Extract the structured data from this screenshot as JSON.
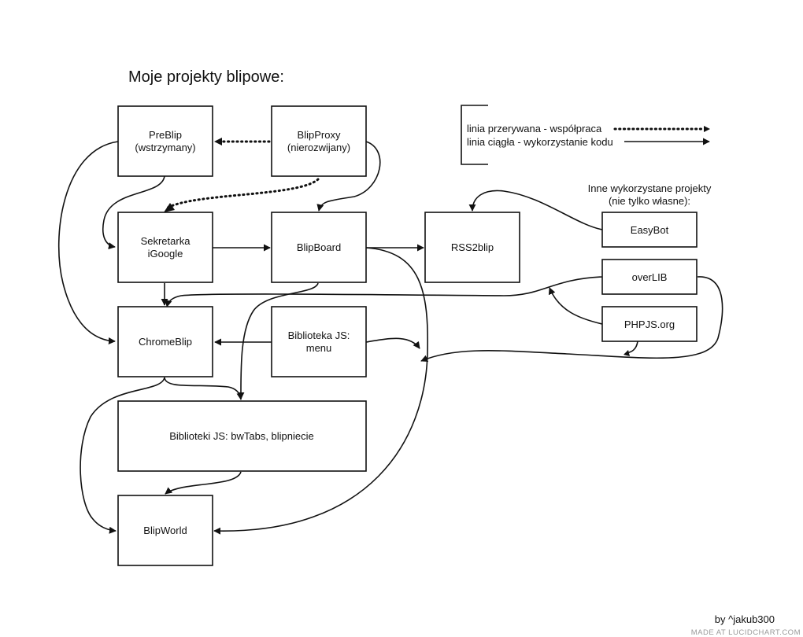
{
  "title": "Moje projekty blipowe:",
  "nodes": {
    "preblip": [
      "PreBlip",
      "(wstrzymany)"
    ],
    "blipproxy": [
      "BlipProxy",
      "(nierozwijany)"
    ],
    "sekretarka": [
      "Sekretarka",
      "iGoogle"
    ],
    "blipboard": [
      "BlipBoard"
    ],
    "rss2blip": [
      "RSS2blip"
    ],
    "chromeblip": [
      "ChromeBlip"
    ],
    "biblioteka_menu": [
      "Biblioteka JS:",
      "menu"
    ],
    "biblioteki_bwtabs": [
      "Biblioteki JS: bwTabs, blipniecie"
    ],
    "blipworld": [
      "BlipWorld"
    ],
    "easybot": [
      "EasyBot"
    ],
    "overlib": [
      "overLIB"
    ],
    "phpjs": [
      "PHPJS.org"
    ]
  },
  "other_projects_heading": [
    "Inne wykorzystane projekty",
    "(nie tylko własne):"
  ],
  "legend": {
    "dashed": "linia przerywana - współpraca",
    "solid": "linia ciągła - wykorzystanie kodu"
  },
  "credit": "by ^jakub300",
  "brand": "MADE AT LUCIDCHART.COM"
}
